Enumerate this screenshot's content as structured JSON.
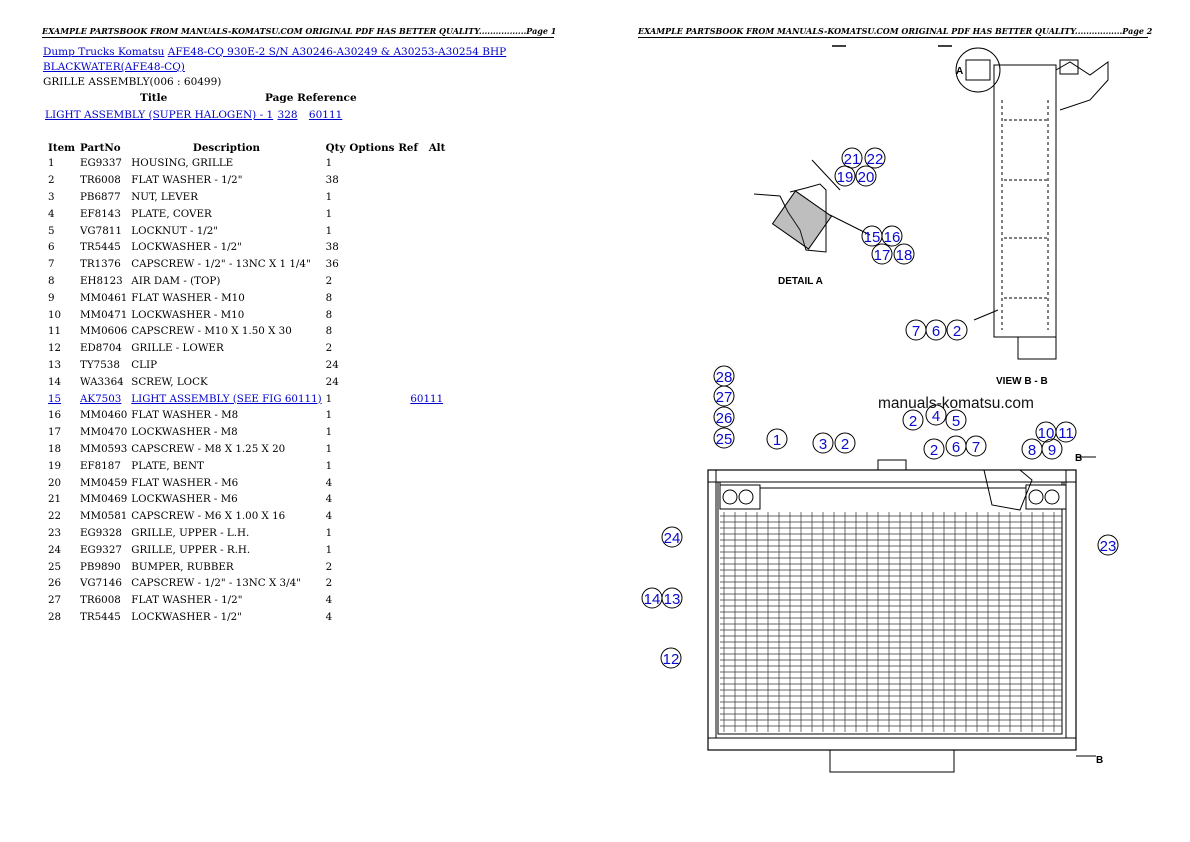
{
  "header": {
    "page1": "EXAMPLE PARTSBOOK FROM MANUALS-KOMATSU.COM ORIGINAL PDF HAS BETTER QUALITY.................Page 1",
    "page2": "EXAMPLE PARTSBOOK FROM MANUALS-KOMATSU.COM ORIGINAL PDF HAS BETTER QUALITY.................Page 2"
  },
  "breadcrumb": {
    "link1": "Dump Trucks Komatsu",
    "link2_line1": "AFE48-CQ 930E-2 S/N A30246-A30249 & A30253-A30254 BHP",
    "link2_line2": "BLACKWATER(AFE48-CQ)"
  },
  "assembly_title": "GRILLE ASSEMBLY(006 : 60499)",
  "reference": {
    "col_title": "Title",
    "col_page_ref": "Page Reference",
    "title": "LIGHT ASSEMBLY (SUPER HALOGEN) - 1",
    "page": "328",
    "ref": "60111"
  },
  "parts_table": {
    "columns": [
      "Item",
      "PartNo",
      "Description",
      "Qty",
      "Options",
      "Ref",
      "Alt"
    ],
    "rows": [
      {
        "item": "1",
        "part": "EG9337",
        "desc": "HOUSING, GRILLE",
        "qty": "1",
        "ref": ""
      },
      {
        "item": "2",
        "part": "TR6008",
        "desc": "FLAT WASHER - 1/2\"",
        "qty": "38",
        "ref": ""
      },
      {
        "item": "3",
        "part": "PB6877",
        "desc": "NUT, LEVER",
        "qty": "1",
        "ref": ""
      },
      {
        "item": "4",
        "part": "EF8143",
        "desc": "PLATE, COVER",
        "qty": "1",
        "ref": ""
      },
      {
        "item": "5",
        "part": "VG7811",
        "desc": "LOCKNUT - 1/2\"",
        "qty": "1",
        "ref": ""
      },
      {
        "item": "6",
        "part": "TR5445",
        "desc": "LOCKWASHER - 1/2\"",
        "qty": "38",
        "ref": ""
      },
      {
        "item": "7",
        "part": "TR1376",
        "desc": "CAPSCREW - 1/2\" - 13NC X 1 1/4\"",
        "qty": "36",
        "ref": ""
      },
      {
        "item": "8",
        "part": "EH8123",
        "desc": "AIR DAM - (TOP)",
        "qty": "2",
        "ref": ""
      },
      {
        "item": "9",
        "part": "MM0461",
        "desc": "FLAT WASHER - M10",
        "qty": "8",
        "ref": ""
      },
      {
        "item": "10",
        "part": "MM0471",
        "desc": "LOCKWASHER - M10",
        "qty": "8",
        "ref": ""
      },
      {
        "item": "11",
        "part": "MM0606",
        "desc": "CAPSCREW - M10 X 1.50 X 30",
        "qty": "8",
        "ref": ""
      },
      {
        "item": "12",
        "part": "ED8704",
        "desc": "GRILLE - LOWER",
        "qty": "2",
        "ref": ""
      },
      {
        "item": "13",
        "part": "TY7538",
        "desc": "CLIP",
        "qty": "24",
        "ref": ""
      },
      {
        "item": "14",
        "part": "WA3364",
        "desc": "SCREW, LOCK",
        "qty": "24",
        "ref": ""
      },
      {
        "item": "15",
        "part": "AK7503",
        "desc": "LIGHT ASSEMBLY (SEE FIG 60111)",
        "qty": "1",
        "ref": "60111",
        "link": true
      },
      {
        "item": "16",
        "part": "MM0460",
        "desc": "FLAT WASHER - M8",
        "qty": "1",
        "ref": ""
      },
      {
        "item": "17",
        "part": "MM0470",
        "desc": "LOCKWASHER - M8",
        "qty": "1",
        "ref": ""
      },
      {
        "item": "18",
        "part": "MM0593",
        "desc": "CAPSCREW - M8 X 1.25 X 20",
        "qty": "1",
        "ref": ""
      },
      {
        "item": "19",
        "part": "EF8187",
        "desc": "PLATE, BENT",
        "qty": "1",
        "ref": ""
      },
      {
        "item": "20",
        "part": "MM0459",
        "desc": "FLAT WASHER - M6",
        "qty": "4",
        "ref": ""
      },
      {
        "item": "21",
        "part": "MM0469",
        "desc": "LOCKWASHER - M6",
        "qty": "4",
        "ref": ""
      },
      {
        "item": "22",
        "part": "MM0581",
        "desc": "CAPSCREW - M6 X 1.00 X 16",
        "qty": "4",
        "ref": ""
      },
      {
        "item": "23",
        "part": "EG9328",
        "desc": "GRILLE, UPPER - L.H.",
        "qty": "1",
        "ref": ""
      },
      {
        "item": "24",
        "part": "EG9327",
        "desc": "GRILLE, UPPER - R.H.",
        "qty": "1",
        "ref": ""
      },
      {
        "item": "25",
        "part": "PB9890",
        "desc": "BUMPER, RUBBER",
        "qty": "2",
        "ref": ""
      },
      {
        "item": "26",
        "part": "VG7146",
        "desc": "CAPSCREW - 1/2\" - 13NC X 3/4\"",
        "qty": "2",
        "ref": ""
      },
      {
        "item": "27",
        "part": "TR6008",
        "desc": "FLAT WASHER - 1/2\"",
        "qty": "4",
        "ref": ""
      },
      {
        "item": "28",
        "part": "TR5445",
        "desc": "LOCKWASHER - 1/2\"",
        "qty": "4",
        "ref": ""
      }
    ]
  },
  "drawing": {
    "watermark": "manuals-komatsu.com",
    "detail_label": "DETAIL A",
    "view_label": "VIEW B - B",
    "section_mark": "B",
    "detail_mark": "A",
    "callouts": [
      "1",
      "2",
      "3",
      "4",
      "5",
      "6",
      "7",
      "8",
      "9",
      "10",
      "11",
      "12",
      "13",
      "14",
      "15",
      "16",
      "17",
      "18",
      "19",
      "20",
      "21",
      "22",
      "23",
      "24",
      "25",
      "26",
      "27",
      "28"
    ]
  }
}
